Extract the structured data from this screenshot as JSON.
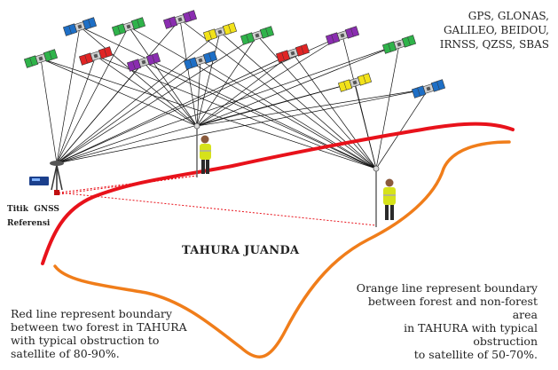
{
  "constellations": [
    "GPS, GLONAS,",
    "GALILEO, BEIDOU,",
    "IRNSS, QZSS, SBAS"
  ],
  "reference_label": [
    "Titik  GNSS",
    "Referensi"
  ],
  "area_title": "TAHURA JUANDA",
  "red_note": [
    "Red line represent boundary",
    "between two forest in TAHURA",
    "with typical obstruction to",
    "satellite of 80-90%."
  ],
  "orange_note": [
    "Orange line represent boundary",
    "between forest and non-forest area",
    "in TAHURA with typical obstruction",
    "to satellite of 50-70%."
  ],
  "colors": {
    "red_boundary": "#e8121b",
    "orange_boundary": "#f07d1a",
    "satellite_green": "#2fb34a",
    "satellite_blue": "#1e6fc6",
    "satellite_red": "#e02424",
    "satellite_purple": "#8a2db0",
    "satellite_yellow": "#f2e21a",
    "signal_line": "#111111",
    "baseline": "#e8121b"
  },
  "icons": [
    "satellite-icon",
    "surveyor-icon",
    "gnss-base-station-icon",
    "gnss-rover-pole-icon"
  ]
}
